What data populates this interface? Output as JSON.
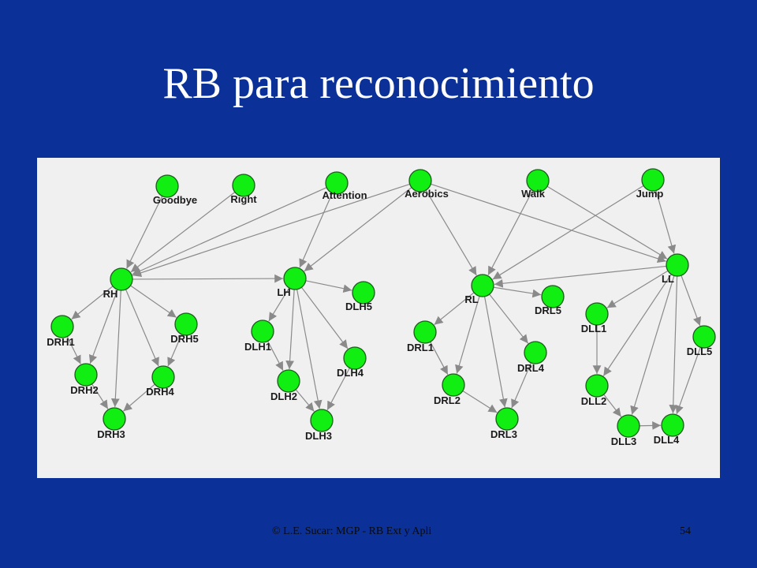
{
  "slide": {
    "title": "RB para reconocimiento",
    "footer": "© L.E. Sucar: MGP - RB Ext y Apli",
    "page_number": "54"
  },
  "colors": {
    "background": "#0b3199",
    "panel": "#f0f0f0",
    "node_fill": "#11ee11",
    "node_stroke": "#1a5c1a",
    "edge": "#8a8a8a"
  },
  "diagram": {
    "nodes": [
      {
        "id": "Goodbye",
        "label": "Goodbye"
      },
      {
        "id": "Right",
        "label": "Right"
      },
      {
        "id": "Attention",
        "label": "Attention"
      },
      {
        "id": "Aerobics",
        "label": "Aerobics"
      },
      {
        "id": "Walk",
        "label": "Walk"
      },
      {
        "id": "Jump",
        "label": "Jump"
      },
      {
        "id": "RH",
        "label": "RH"
      },
      {
        "id": "DRH1",
        "label": "DRH1"
      },
      {
        "id": "DRH2",
        "label": "DRH2"
      },
      {
        "id": "DRH3",
        "label": "DRH3"
      },
      {
        "id": "DRH4",
        "label": "DRH4"
      },
      {
        "id": "DRH5",
        "label": "DRH5"
      },
      {
        "id": "LH",
        "label": "LH"
      },
      {
        "id": "DLH1",
        "label": "DLH1"
      },
      {
        "id": "DLH2",
        "label": "DLH2"
      },
      {
        "id": "DLH3",
        "label": "DLH3"
      },
      {
        "id": "DLH4",
        "label": "DLH4"
      },
      {
        "id": "DLH5",
        "label": "DLH5"
      },
      {
        "id": "RL",
        "label": "RL"
      },
      {
        "id": "DRL1",
        "label": "DRL1"
      },
      {
        "id": "DRL2",
        "label": "DRL2"
      },
      {
        "id": "DRL3",
        "label": "DRL3"
      },
      {
        "id": "DRL4",
        "label": "DRL4"
      },
      {
        "id": "DRL5",
        "label": "DRL5"
      },
      {
        "id": "LL",
        "label": "LL"
      },
      {
        "id": "DLL1",
        "label": "DLL1"
      },
      {
        "id": "DLL2",
        "label": "DLL2"
      },
      {
        "id": "DLL3",
        "label": "DLL3"
      },
      {
        "id": "DLL4",
        "label": "DLL4"
      },
      {
        "id": "DLL5",
        "label": "DLL5"
      }
    ],
    "edges": [
      [
        "Goodbye",
        "RH"
      ],
      [
        "Right",
        "RH"
      ],
      [
        "Attention",
        "RH"
      ],
      [
        "Aerobics",
        "RH"
      ],
      [
        "Attention",
        "LH"
      ],
      [
        "Aerobics",
        "LH"
      ],
      [
        "Aerobics",
        "RL"
      ],
      [
        "Aerobics",
        "LL"
      ],
      [
        "Walk",
        "RL"
      ],
      [
        "Walk",
        "LL"
      ],
      [
        "Jump",
        "RL"
      ],
      [
        "Jump",
        "LL"
      ],
      [
        "RH",
        "LH"
      ],
      [
        "LL",
        "RL"
      ],
      [
        "RH",
        "DRH1"
      ],
      [
        "RH",
        "DRH2"
      ],
      [
        "RH",
        "DRH3"
      ],
      [
        "RH",
        "DRH4"
      ],
      [
        "RH",
        "DRH5"
      ],
      [
        "DRH1",
        "DRH2"
      ],
      [
        "DRH2",
        "DRH3"
      ],
      [
        "DRH4",
        "DRH3"
      ],
      [
        "DRH5",
        "DRH4"
      ],
      [
        "LH",
        "DLH1"
      ],
      [
        "LH",
        "DLH2"
      ],
      [
        "LH",
        "DLH3"
      ],
      [
        "LH",
        "DLH4"
      ],
      [
        "LH",
        "DLH5"
      ],
      [
        "DLH1",
        "DLH2"
      ],
      [
        "DLH2",
        "DLH3"
      ],
      [
        "DLH4",
        "DLH3"
      ],
      [
        "RL",
        "DRL1"
      ],
      [
        "RL",
        "DRL2"
      ],
      [
        "RL",
        "DRL3"
      ],
      [
        "RL",
        "DRL4"
      ],
      [
        "RL",
        "DRL5"
      ],
      [
        "DRL1",
        "DRL2"
      ],
      [
        "DRL2",
        "DRL3"
      ],
      [
        "DRL4",
        "DRL3"
      ],
      [
        "LL",
        "DLL1"
      ],
      [
        "LL",
        "DLL2"
      ],
      [
        "LL",
        "DLL3"
      ],
      [
        "LL",
        "DLL4"
      ],
      [
        "LL",
        "DLL5"
      ],
      [
        "DLL1",
        "DLL2"
      ],
      [
        "DLL2",
        "DLL3"
      ],
      [
        "DLL3",
        "DLL4"
      ],
      [
        "DLL5",
        "DLL4"
      ]
    ]
  }
}
